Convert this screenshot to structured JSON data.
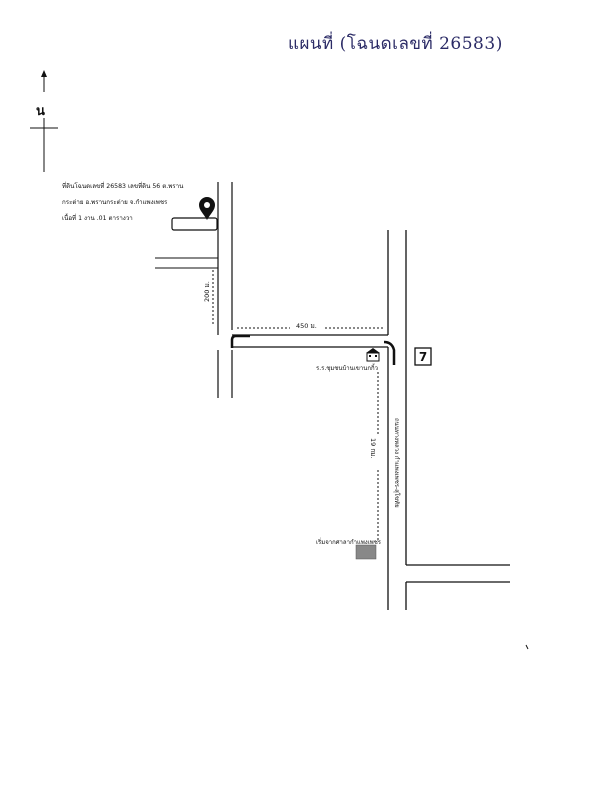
{
  "title": "แผนที่ (โฉนดเลขที่ 26583)",
  "north_label": "น",
  "parcel": {
    "line1": "ที่ดินโฉนดเลขที่ 26583 เลขที่ดิน 56 ต.พราน",
    "line2": "กระต่าย อ.พรานกระต่าย จ.กำแพงเพชร",
    "line3": "เนื้อที่ 1 งาน .01 ตารางวา"
  },
  "distances": {
    "vertical_left": "200 ม.",
    "horizontal": "450 ม.",
    "vertical_right": "19 กม."
  },
  "landmarks": {
    "school": "ร.ร.ชุมชนบ้านเขานกกิ้ว",
    "highway": "ถนนทางหลวง กำแพงเพชร-สุโขทัย",
    "start": "เริ่มจากศาลากำแพงเพชร"
  },
  "icons": {
    "location_pin": "map-pin-icon",
    "school": "school-icon",
    "store": "seven-eleven-icon",
    "building": "building-icon"
  }
}
